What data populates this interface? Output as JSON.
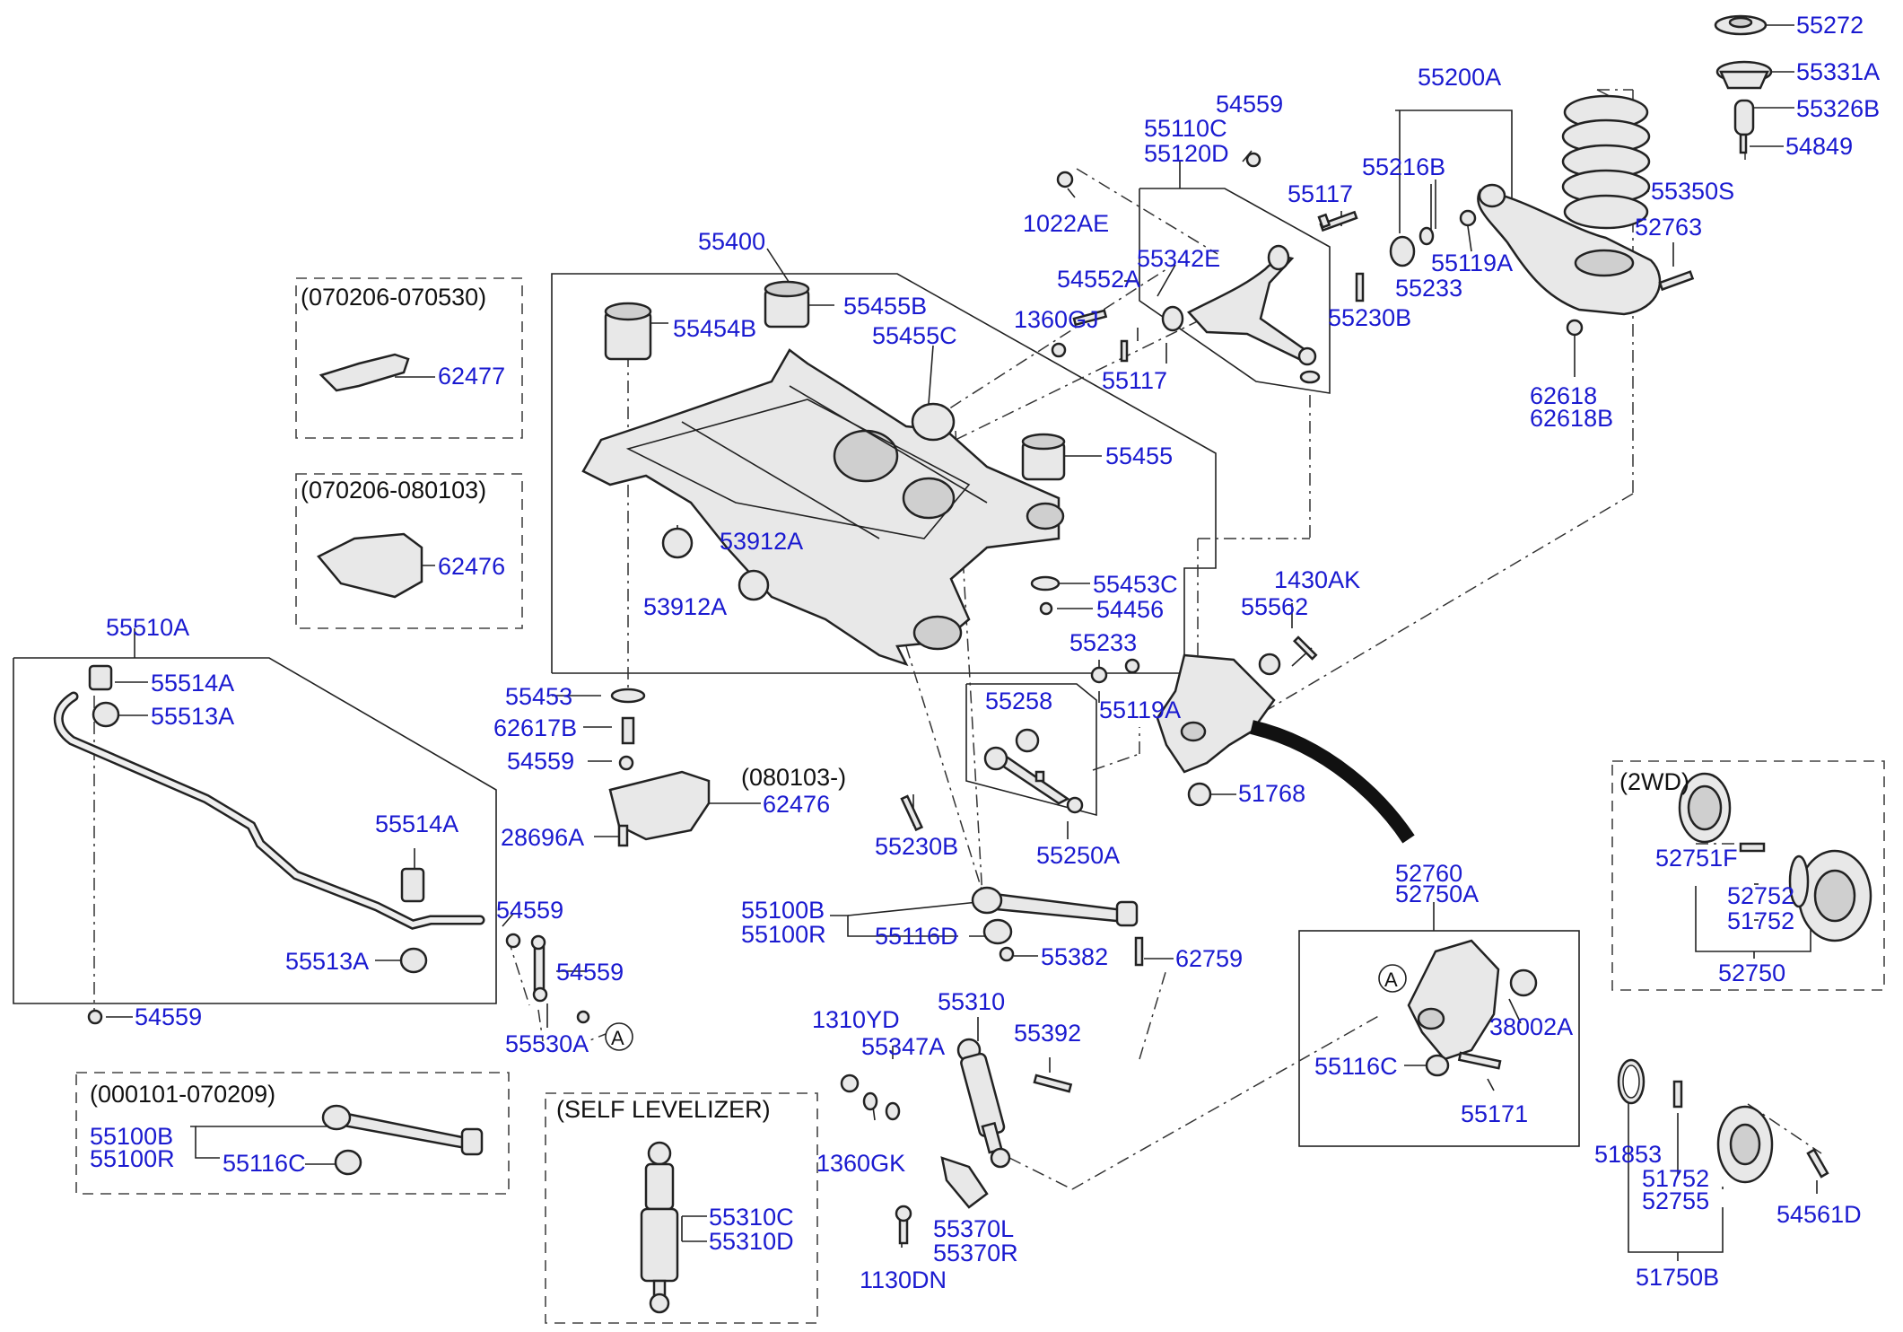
{
  "labels": [
    "55272",
    "55331A",
    "55326B",
    "54849",
    "55350S",
    "52763",
    "62618",
    "62618B",
    "55200A",
    "55216B",
    "55119A",
    "55233",
    "55230B",
    "55117",
    "54559",
    "55110C",
    "55120D",
    "1022AE",
    "54552A",
    "55342E",
    "1360GJ",
    "55117",
    "55400",
    "55455B",
    "55454B",
    "55455C",
    "55455",
    "53912A",
    "53912A",
    "55453C",
    "54456",
    "55453",
    "62617B",
    "54559",
    "62477",
    "62476",
    "62476",
    "28696A",
    "1430AK",
    "55562",
    "55233",
    "55119A",
    "55258",
    "55250A",
    "51768",
    "55230B",
    "55510A",
    "55514A",
    "55513A",
    "55514A",
    "55513A",
    "54559",
    "54559",
    "55530A",
    "54559",
    "55100B",
    "55100R",
    "55116D",
    "55382",
    "62759",
    "55100B",
    "55100R",
    "55116C",
    "1310YD",
    "55347A",
    "1360GK",
    "55310",
    "55392",
    "55370L",
    "55370R",
    "1130DN",
    "55310C",
    "55310D",
    "52760",
    "52750A",
    "38002A",
    "55116C",
    "55171",
    "52751F",
    "52752",
    "51752",
    "52750",
    "51853",
    "51752",
    "52755",
    "54561D",
    "51750B"
  ],
  "notes": [
    "(070206-070530)",
    "(070206-080103)",
    "(080103-)",
    "(000101-070209)",
    "(SELF LEVELIZER)",
    "(2WD)",
    "A",
    "A"
  ]
}
